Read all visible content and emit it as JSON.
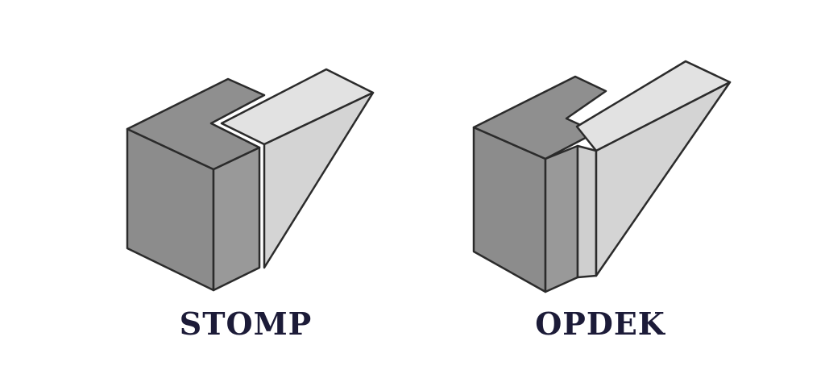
{
  "figures": [
    {
      "id": "stomp",
      "label": "STOMP"
    },
    {
      "id": "opdek",
      "label": "OPDEK"
    }
  ],
  "colors": {
    "background": "#ffffff",
    "outline": "#2b2b2b",
    "block_top": "#8f8f8f",
    "block_front": "#8c8c8c",
    "block_side": "#999999",
    "wedge_top": "#e2e2e2",
    "wedge_face": "#d4d4d4",
    "stop_strip": "#cfcfcf",
    "label_text": "#1c1b38"
  }
}
